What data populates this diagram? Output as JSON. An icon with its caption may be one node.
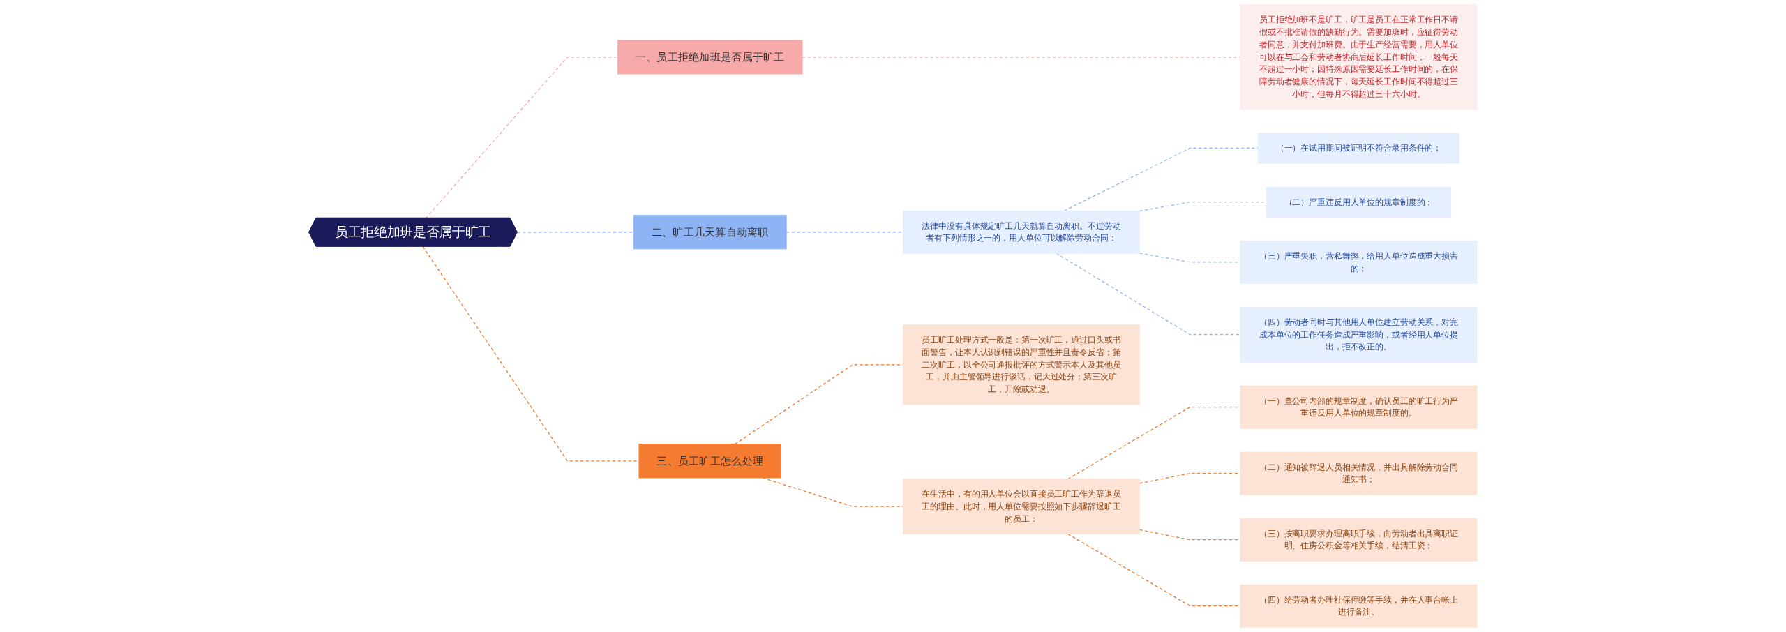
{
  "diagram": {
    "nodes": [
      {
        "text": [
          "员工拒绝加班是否属于旷工"
        ]
      },
      {
        "text": [
          "一、员工拒绝加班是否属于旷工"
        ]
      },
      {
        "text": [
          "员工拒绝加班不是旷工，旷工是员工在正常工作日不请假或不批准请假的缺勤行为。需要加班时，应征得劳动者同意，并支付加班费。由于生产经营需要，用人单位可以在与工会和劳动者协商后延长工作时间，一般每天不超过一小时；因特殊原因需要延长工作时间的，在保障劳动者健康的情况下，每天延长工作时间不得超过三小时，但每月不得超过三十六小时。"
        ]
      },
      {
        "text": [
          "二、旷工几天算自动离职"
        ]
      },
      {
        "text": [
          "法律中没有具体规定旷工几天就算自动离职。不过劳动者有下列情形之一的，用人单位可以解除劳动合同："
        ]
      },
      {
        "text": [
          "（一）在试用期间被证明不符合录用条件的；"
        ]
      },
      {
        "text": [
          "（二）严重违反用人单位的规章制度的；"
        ]
      },
      {
        "text": [
          "（三）严重失职，营私舞弊，给用人单位造成重大损害的；"
        ]
      },
      {
        "text": [
          "（四）劳动者同时与其他用人单位建立劳动关系，对完成本单位的工作任务造成严重影响，或者经用人单位提出，拒不改正的。"
        ]
      },
      {
        "text": [
          "三、员工旷工怎么处理"
        ]
      },
      {
        "text": [
          "员工旷工处理方式一般是：第一次旷工，通过口头或书面警告，让本人认识到错误的严重性并且责令反省；第二次旷工，以全公司通报批评的方式警示本人及其他员工，并由主管领导进行谈话，记大过处分；第三次旷工，开除或劝退。"
        ]
      },
      {
        "text": [
          "在生活中，有的用人单位会以直接员工旷工作为辞退员工的理由。此时，用人单位需要按照如下步骤辞退旷工的员工："
        ]
      },
      {
        "text": [
          "（一）查公司内部的规章制度，确认员工的旷工行为严重违反用人单位的规章制度的。"
        ]
      },
      {
        "text": [
          "（二）通知被辞退人员相关情况，并出具解除劳动合同通知书；"
        ]
      },
      {
        "text": [
          "（三）按离职要求办理离职手续，向劳动者出具离职证明、住房公积金等相关手续，结清工资；"
        ]
      },
      {
        "text": [
          "（四）给劳动者办理社保停缴等手续，并在人事台帐上进行备注。"
        ]
      }
    ],
    "edges": [
      {
        "from": 0,
        "to": 1,
        "arrow": "none",
        "style": "dashed",
        "color": "#f4a7a7"
      },
      {
        "from": 1,
        "to": 2,
        "arrow": "none",
        "style": "dashed",
        "color": "#f4a7a7"
      },
      {
        "from": 0,
        "to": 3,
        "arrow": "none",
        "style": "dashed",
        "color": "#8fb4f5"
      },
      {
        "from": 3,
        "to": 4,
        "arrow": "none",
        "style": "dashed",
        "color": "#8fb4f5"
      },
      {
        "from": 4,
        "to": 5,
        "arrow": "none",
        "style": "dashed",
        "color": "#8fb4f5"
      },
      {
        "from": 4,
        "to": 6,
        "arrow": "none",
        "style": "dashed",
        "color": "#8fb4f5"
      },
      {
        "from": 4,
        "to": 7,
        "arrow": "none",
        "style": "dashed",
        "color": "#8fb4f5"
      },
      {
        "from": 4,
        "to": 8,
        "arrow": "none",
        "style": "dashed",
        "color": "#8fb4f5"
      },
      {
        "from": 0,
        "to": 9,
        "arrow": "none",
        "style": "dashed"
      },
      {
        "from": 9,
        "to": 10,
        "arrow": "none",
        "style": "dashed"
      },
      {
        "from": 9,
        "to": 11,
        "arrow": "none",
        "style": "dashed"
      },
      {
        "from": 11,
        "to": 12,
        "arrow": "none",
        "style": "dashed"
      },
      {
        "from": 11,
        "to": 13,
        "arrow": "none",
        "style": "dashed"
      },
      {
        "from": 11,
        "to": 14,
        "arrow": "none",
        "style": "dashed"
      },
      {
        "from": 11,
        "to": 15,
        "arrow": "none",
        "style": "dashed"
      }
    ]
  }
}
